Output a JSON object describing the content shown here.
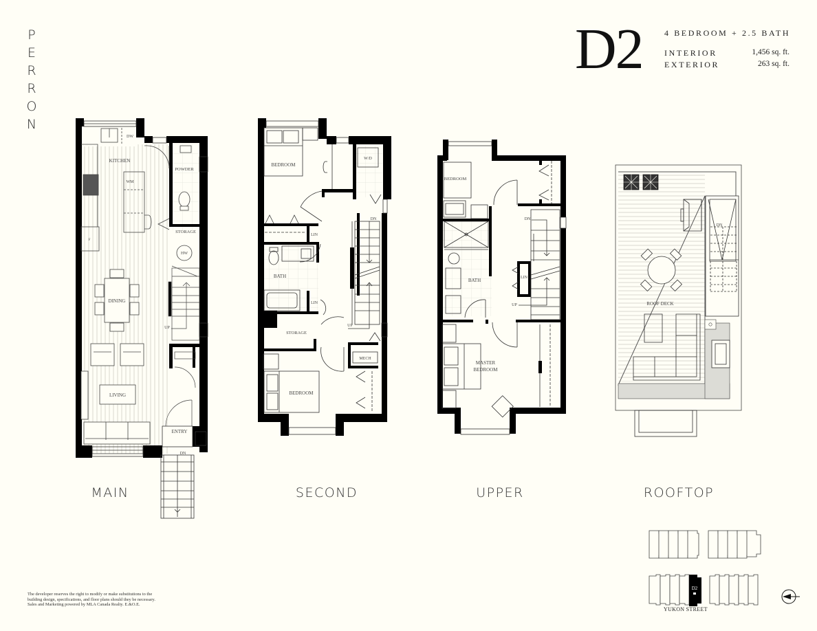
{
  "brand": {
    "name": "PERRON",
    "letters": [
      "P",
      "E",
      "R",
      "R",
      "O",
      "N"
    ]
  },
  "unit": {
    "code": "D2",
    "bedrooms_baths": "4 BEDROOM + 2.5 BATH",
    "interior_label": "INTERIOR",
    "interior_area": "1,456 sq. ft.",
    "exterior_label": "EXTERIOR",
    "exterior_area": "263 sq. ft."
  },
  "floors": [
    {
      "label": "MAIN",
      "rooms": [
        "KITCHEN",
        "DW",
        "WM",
        "F",
        "POWDER",
        "STORAGE",
        "HW",
        "DINING",
        "LIVING",
        "ENTRY"
      ],
      "stair_marks": [
        "UP",
        "DN"
      ]
    },
    {
      "label": "SECOND",
      "rooms": [
        "BEDROOM",
        "W/D",
        "LIN",
        "BATH",
        "LIN",
        "STORAGE",
        "MECH",
        "BEDROOM"
      ],
      "stair_marks": [
        "DN",
        "UP"
      ]
    },
    {
      "label": "UPPER",
      "rooms": [
        "BEDROOM",
        "BATH",
        "LIN",
        "MASTER",
        "BEDROOM"
      ],
      "stair_marks": [
        "DN",
        "UP"
      ]
    },
    {
      "label": "ROOFTOP",
      "rooms": [
        "ROOF DECK"
      ],
      "stair_marks": [
        "DN"
      ]
    }
  ],
  "keyplan": {
    "highlighted_unit": "D2",
    "street": "YUKON STREET",
    "north_arrow": "compass-arrow"
  },
  "disclaimer": {
    "line1": "The developer reserves the right to modify or make substitutions to the",
    "line2": "building design, specifications, and floor plans should they be necessary.",
    "line3": "Sales and Marketing powered by MLA Canada Realty. E.&O.E."
  },
  "colors": {
    "background": "#fffef6",
    "wall": "#000000",
    "deck_shade": "#dcdcd6",
    "text": "#1a1a1a"
  }
}
